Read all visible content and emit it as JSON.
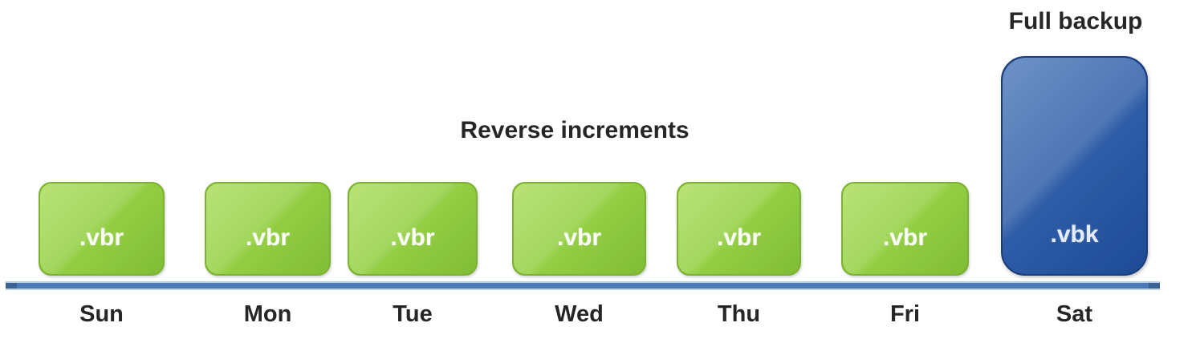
{
  "diagram": {
    "annotations": {
      "reverse_increments": "Reverse increments",
      "full_backup": "Full backup"
    },
    "days": [
      {
        "label": "Sun",
        "file": ".vbr",
        "type": "reverse-increment"
      },
      {
        "label": "Mon",
        "file": ".vbr",
        "type": "reverse-increment"
      },
      {
        "label": "Tue",
        "file": ".vbr",
        "type": "reverse-increment"
      },
      {
        "label": "Wed",
        "file": ".vbr",
        "type": "reverse-increment"
      },
      {
        "label": "Thu",
        "file": ".vbr",
        "type": "reverse-increment"
      },
      {
        "label": "Fri",
        "file": ".vbr",
        "type": "reverse-increment"
      },
      {
        "label": "Sat",
        "file": ".vbk",
        "type": "full-backup"
      }
    ],
    "colors": {
      "increment_green": "#8dc63f",
      "full_backup_blue": "#2a5aa5",
      "timeline_blue": "#4b79b7",
      "label_text": "#262626"
    }
  }
}
